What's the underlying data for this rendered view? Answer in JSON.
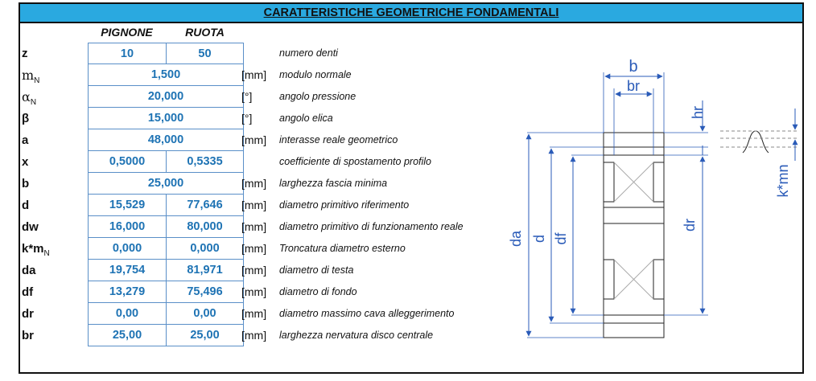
{
  "title": "CARATTERISTICHE GEOMETRICHE FONDAMENTALI",
  "columns": {
    "pinion": "PIGNONE",
    "wheel": "RUOTA"
  },
  "rows": [
    {
      "sym": "z",
      "sub": "",
      "pinion": "10",
      "wheel": "50",
      "unit": "",
      "desc": "numero denti"
    },
    {
      "sym": "m",
      "sub": "N",
      "merged": "1,500",
      "unit": "[mm]",
      "desc": "modulo normale"
    },
    {
      "sym": "α",
      "sub": "N",
      "merged": "20,000",
      "unit": "[°]",
      "desc": "angolo pressione"
    },
    {
      "sym": "β",
      "sub": "",
      "merged": "15,000",
      "unit": "[°]",
      "desc": "angolo elica"
    },
    {
      "sym": "a",
      "sub": "",
      "merged": "48,000",
      "unit": "[mm]",
      "desc": "interasse reale geometrico"
    },
    {
      "sym": "x",
      "sub": "",
      "pinion": "0,5000",
      "wheel": "0,5335",
      "unit": "",
      "desc": "coefficiente di spostamento profilo"
    },
    {
      "sym": "b",
      "sub": "",
      "merged": "25,000",
      "unit": "[mm]",
      "desc": "larghezza fascia minima"
    },
    {
      "sym": "d",
      "sub": "",
      "pinion": "15,529",
      "wheel": "77,646",
      "unit": "[mm]",
      "desc": "diametro primitivo riferimento"
    },
    {
      "sym": "dw",
      "sub": "",
      "pinion": "16,000",
      "wheel": "80,000",
      "unit": "[mm]",
      "desc": "diametro primitivo di funzionamento reale"
    },
    {
      "sym": "k*m",
      "sub": "N",
      "pinion": "0,000",
      "wheel": "0,000",
      "unit": "[mm]",
      "desc": "Troncatura diametro esterno"
    },
    {
      "sym": "da",
      "sub": "",
      "pinion": "19,754",
      "wheel": "81,971",
      "unit": "[mm]",
      "desc": "diametro di testa"
    },
    {
      "sym": "df",
      "sub": "",
      "pinion": "13,279",
      "wheel": "75,496",
      "unit": "[mm]",
      "desc": "diametro di fondo"
    },
    {
      "sym": "dr",
      "sub": "",
      "pinion": "0,00",
      "wheel": "0,00",
      "unit": "[mm]",
      "desc": "diametro massimo cava alleggerimento"
    },
    {
      "sym": "br",
      "sub": "",
      "pinion": "25,00",
      "wheel": "25,00",
      "unit": "[mm]",
      "desc": "larghezza nervatura disco centrale"
    }
  ],
  "drawing": {
    "labels": {
      "b": "b",
      "br": "br",
      "hr": "hr",
      "kmn": "k*mn",
      "da": "da",
      "d": "d",
      "df": "df",
      "dr": "dr"
    },
    "line_color": "#2a5bb8"
  }
}
